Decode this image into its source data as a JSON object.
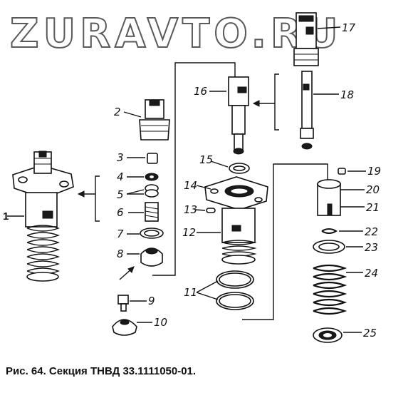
{
  "watermark": "ZURAVTO.RU",
  "caption": "Рис. 64. Секция ТНВД 33.1111050-01.",
  "callouts": {
    "c1": "1",
    "c2": "2",
    "c3": "3",
    "c4": "4",
    "c5": "5",
    "c6": "6",
    "c7": "7",
    "c8": "8",
    "c9": "9",
    "c10": "10",
    "c11": "11",
    "c12": "12",
    "c13": "13",
    "c14": "14",
    "c15": "15",
    "c16": "16",
    "c17": "17",
    "c18": "18",
    "c19": "19",
    "c20": "20",
    "c21": "21",
    "c22": "22",
    "c23": "23",
    "c24": "24",
    "c25": "25"
  }
}
